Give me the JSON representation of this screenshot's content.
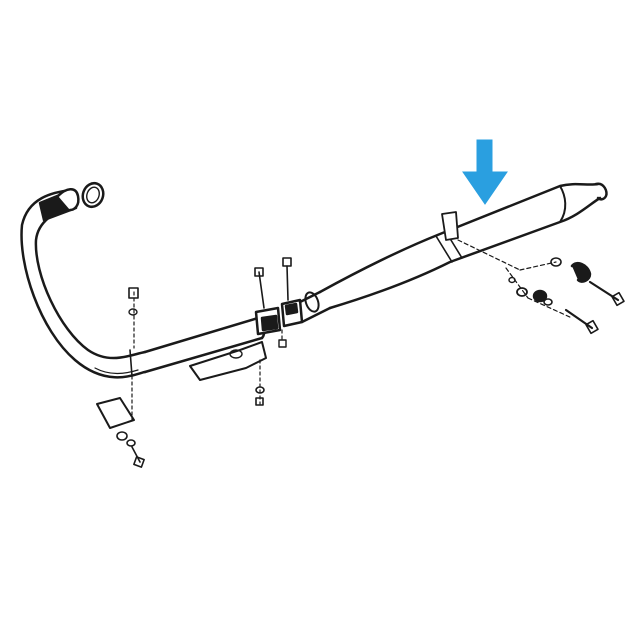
{
  "diagram": {
    "kind": "exploded parts drawing",
    "line_color": "#1a1a1a",
    "accent_color": "#2a9fe0",
    "indicator": {
      "icon": "down-arrow-icon"
    },
    "parts": [
      {
        "id": "exhaust-header-pipe"
      },
      {
        "id": "pipe-gasket-ring"
      },
      {
        "id": "header-collar"
      },
      {
        "id": "silencer-muffler"
      },
      {
        "id": "clamp-pair"
      },
      {
        "id": "mount-bracket-front"
      },
      {
        "id": "mount-bracket-middle"
      },
      {
        "id": "rear-mount-hardware"
      }
    ]
  }
}
